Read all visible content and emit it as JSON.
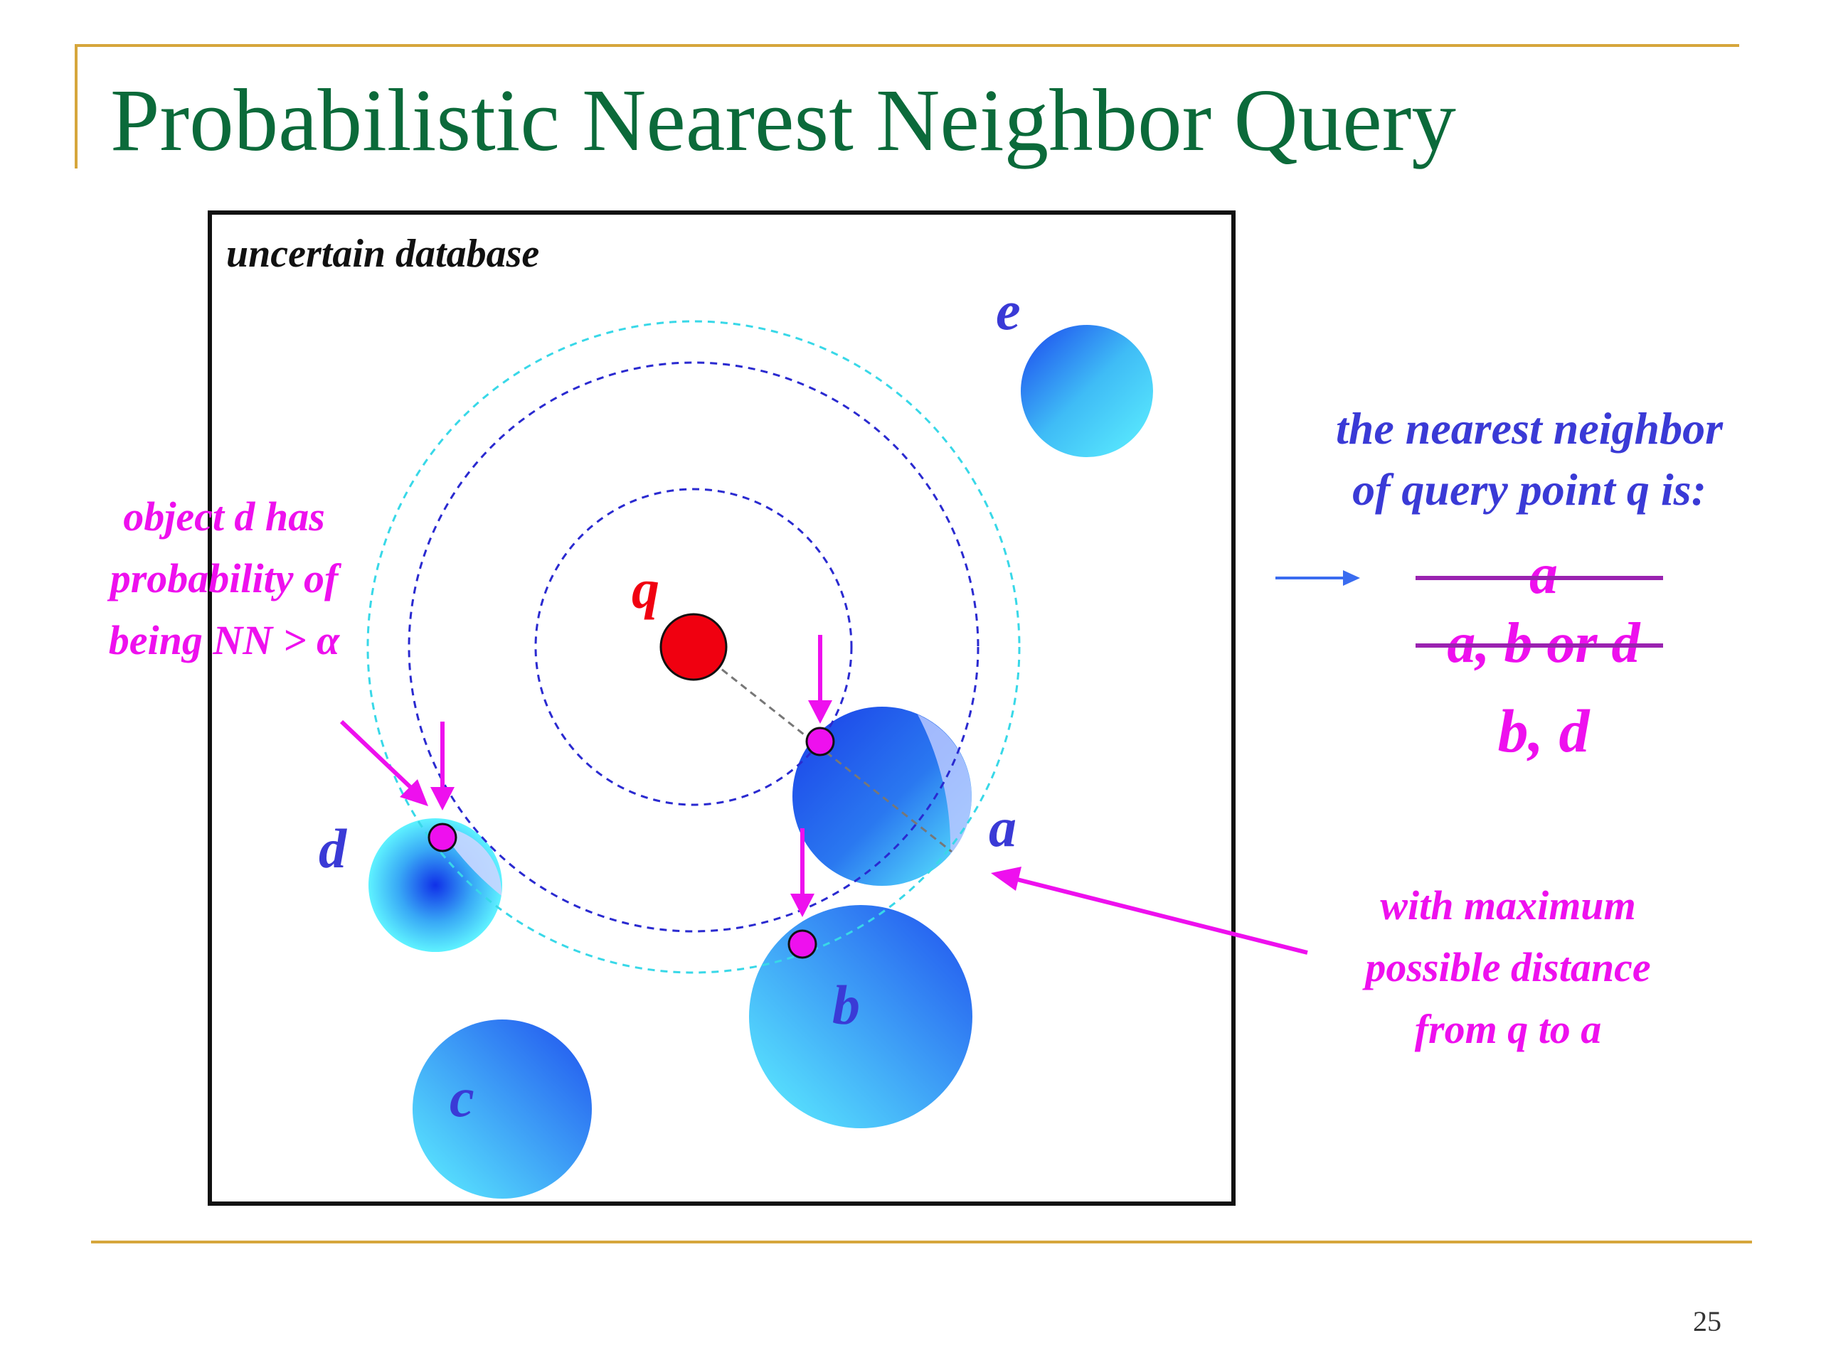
{
  "slide": {
    "title": "Probabilistic Nearest Neighbor Query",
    "page_number": "25"
  },
  "diagram": {
    "frame_label": "uncertain database",
    "query_label": "q",
    "objects": {
      "a": "a",
      "b": "b",
      "c": "c",
      "d": "d",
      "e": "e"
    },
    "probability_note": [
      "object d has",
      "probability of",
      "being NN > α"
    ],
    "max_distance_note": [
      "with maximum",
      "possible distance",
      "from q to a"
    ]
  },
  "answer_panel": {
    "heading": [
      "the nearest neighbor",
      "of query point q is:"
    ],
    "struck_answers": [
      "a",
      "a, b or d"
    ],
    "final_answer": "b, d"
  },
  "colors": {
    "title": "#0b6a3a",
    "accent_rule": "#d6a63c",
    "object_label": "#3a3ad6",
    "query_point": "#f00010",
    "annotation": "#ee10ee",
    "strike_line": "#9a22b0",
    "inner_circle": "#2a2ad0",
    "outer_circle": "#38d8e8"
  }
}
